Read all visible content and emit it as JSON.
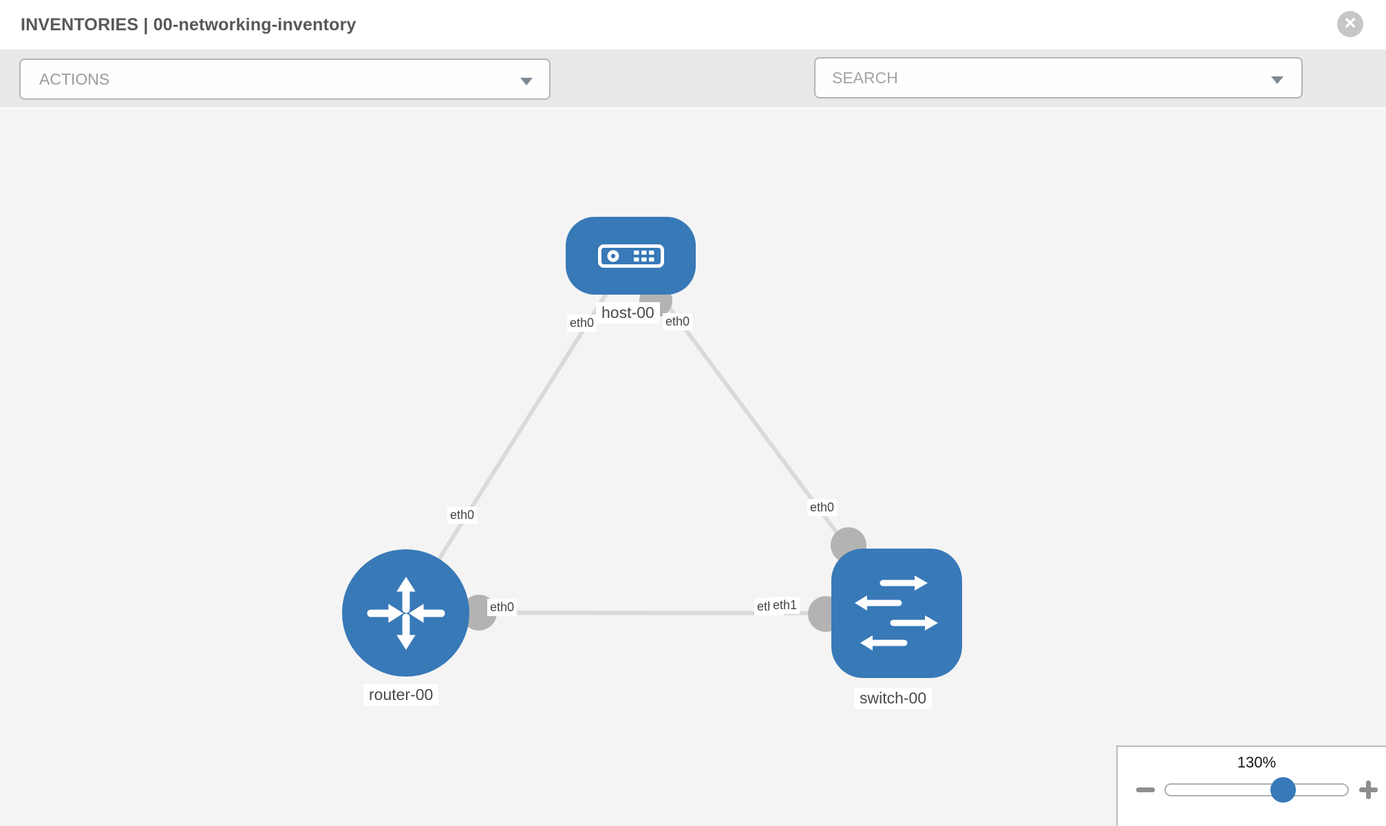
{
  "header": {
    "title": "INVENTORIES | 00-networking-inventory",
    "close_glyph": "×"
  },
  "toolbar": {
    "actions_label": "ACTIONS",
    "search_placeholder": "SEARCH",
    "icons": [
      "wrench-icon",
      "key-icon"
    ]
  },
  "canvas": {
    "nodes": [
      {
        "id": "host-00",
        "type": "host",
        "label": "host-00"
      },
      {
        "id": "router-00",
        "type": "router",
        "label": "router-00"
      },
      {
        "id": "switch-00",
        "type": "switch",
        "label": "switch-00"
      }
    ],
    "links": [
      {
        "from": "host-00",
        "from_interface": "eth0",
        "to": "router-00",
        "to_interface": "eth0"
      },
      {
        "from": "host-00",
        "from_interface": "eth0",
        "to": "switch-00",
        "to_interface": "eth0"
      },
      {
        "from": "router-00",
        "from_interface": "eth0",
        "to": "switch-00",
        "to_interface": "eth1"
      }
    ],
    "interface_labels": {
      "host_router_at_host": "eth0",
      "host_switch_at_host": "eth0",
      "host_router_at_router": "eth0",
      "host_switch_at_switch": "eth0",
      "router_switch_at_router": "eth0",
      "router_switch_at_switch_under": "eth0",
      "router_switch_at_switch": "eth1"
    }
  },
  "zoom_control": {
    "level": "130%",
    "minus_icon": "minus",
    "plus_icon": "plus"
  },
  "colors": {
    "node_blue": "#3879b8",
    "link_gray": "#dadada",
    "endpoint_gray": "#b3b3b3",
    "toolbar_bg": "#e9e9e9",
    "canvas_bg": "#f4f4f4",
    "label_text": "#4a4a4a"
  }
}
